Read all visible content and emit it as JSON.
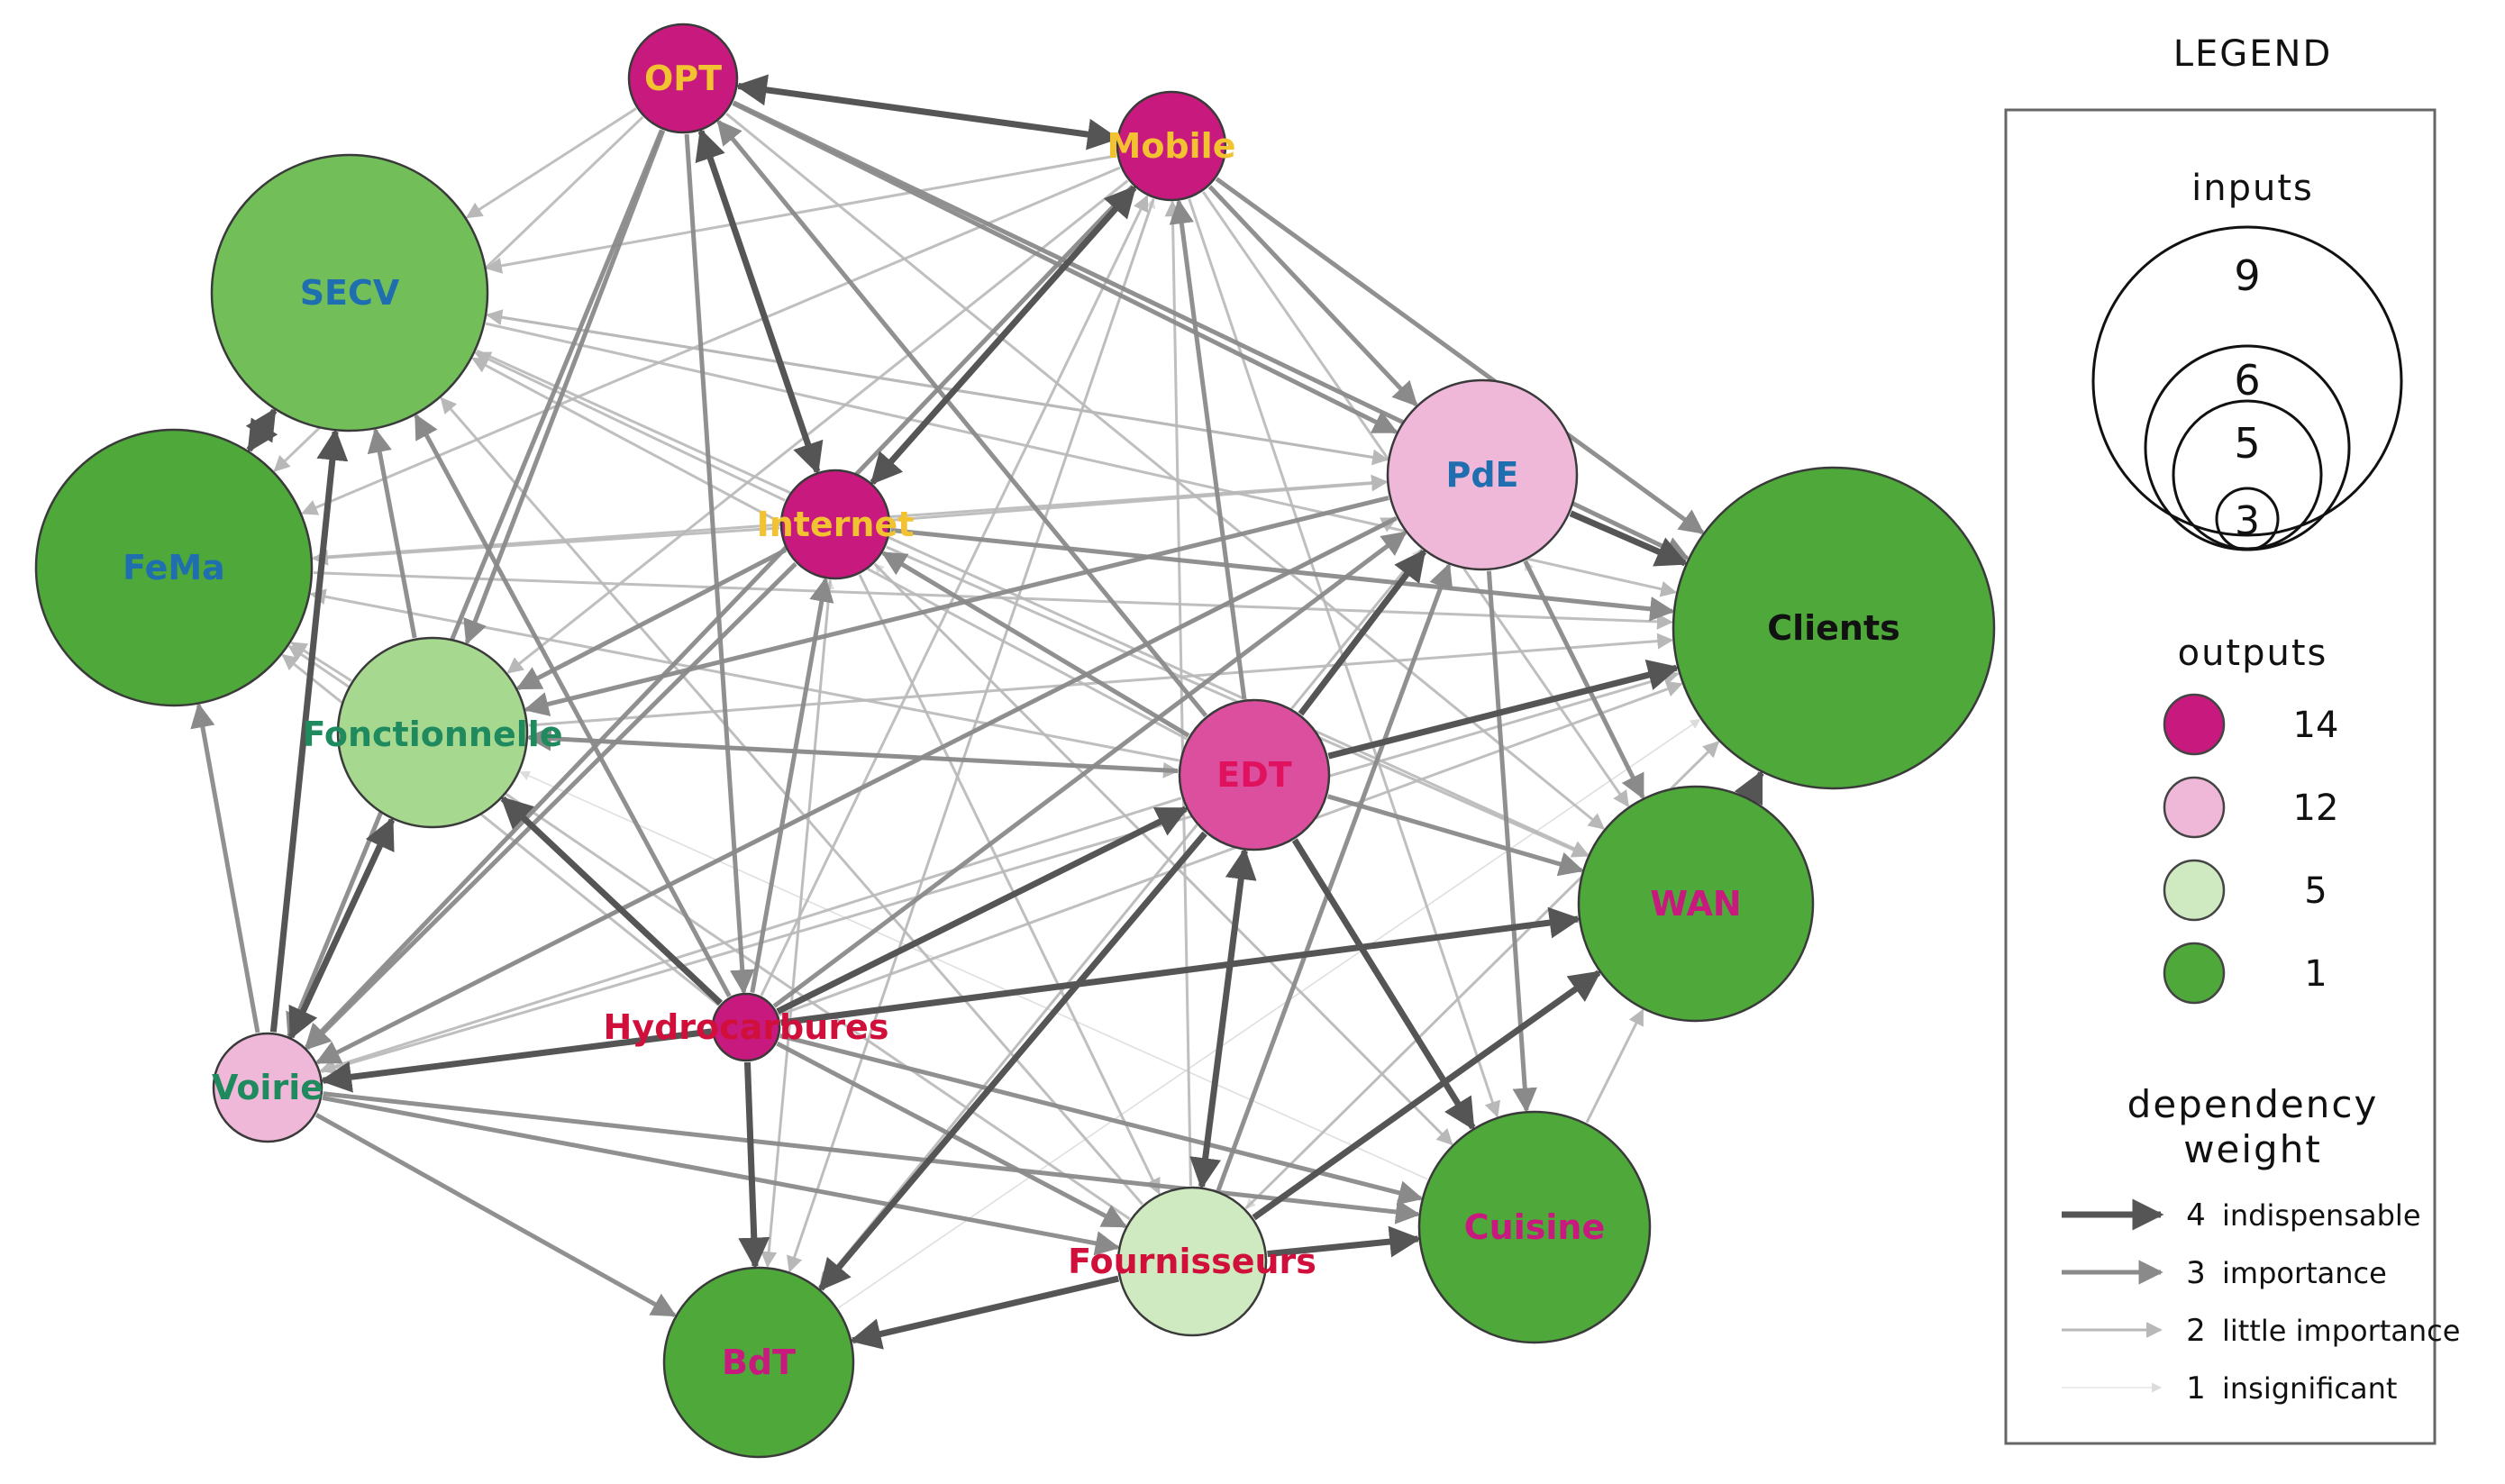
{
  "graph": {
    "nodes": [
      {
        "id": "OPT",
        "label": "OPT",
        "outputs_class": "14",
        "inputs_class": "3",
        "fill": "#c8197f",
        "label_color": "#f2c230"
      },
      {
        "id": "Mobile",
        "label": "Mobile",
        "outputs_class": "14",
        "inputs_class": "3",
        "fill": "#c8197f",
        "label_color": "#f2c230"
      },
      {
        "id": "SECV",
        "label": "SECV",
        "outputs_class": "5",
        "inputs_class": "9",
        "fill": "#72bf5a",
        "label_color": "#1f6fb0"
      },
      {
        "id": "FeMa",
        "label": "FeMa",
        "outputs_class": "1",
        "inputs_class": "9",
        "fill": "#4ea83a",
        "label_color": "#1f6fb0"
      },
      {
        "id": "Internet",
        "label": "Internet",
        "outputs_class": "14",
        "inputs_class": "3",
        "fill": "#c8197f",
        "label_color": "#f2c230"
      },
      {
        "id": "PdE",
        "label": "PdE",
        "outputs_class": "12",
        "inputs_class": "6",
        "fill": "#f0b8d8",
        "label_color": "#1f6fb0"
      },
      {
        "id": "Clients",
        "label": "Clients",
        "outputs_class": "1",
        "inputs_class": "9",
        "fill": "#4ea83a",
        "label_color": "#111111"
      },
      {
        "id": "Fonctionnelle",
        "label": "Fonctionnelle",
        "outputs_class": "5",
        "inputs_class": "6",
        "fill": "#a6d890",
        "label_color": "#1e8a5e"
      },
      {
        "id": "EDT",
        "label": "EDT",
        "outputs_class": "14",
        "inputs_class": "5",
        "fill": "#dc4f9f",
        "label_color": "#e0115f"
      },
      {
        "id": "WAN",
        "label": "WAN",
        "outputs_class": "1",
        "inputs_class": "6",
        "fill": "#4ea83a",
        "label_color": "#c8197f"
      },
      {
        "id": "Hydrocarbures",
        "label": "Hydrocarbures",
        "outputs_class": "14",
        "inputs_class": "3",
        "fill": "#c8197f",
        "label_color": "#d0103a"
      },
      {
        "id": "Voirie",
        "label": "Voirie",
        "outputs_class": "12",
        "inputs_class": "3",
        "fill": "#f0b8d8",
        "label_color": "#1e8a5e"
      },
      {
        "id": "Cuisine",
        "label": "Cuisine",
        "outputs_class": "1",
        "inputs_class": "6",
        "fill": "#4ea83a",
        "label_color": "#c8197f"
      },
      {
        "id": "Fournisseurs",
        "label": "Fournisseurs",
        "outputs_class": "5",
        "inputs_class": "5",
        "fill": "#cfe9c0",
        "label_color": "#d0103a"
      },
      {
        "id": "BdT",
        "label": "BdT",
        "outputs_class": "1",
        "inputs_class": "6",
        "fill": "#4ea83a",
        "label_color": "#c8197f"
      }
    ],
    "edges": [
      {
        "source": "OPT",
        "target": "Mobile",
        "weight": 4,
        "bidirectional": true
      },
      {
        "source": "OPT",
        "target": "Internet",
        "weight": 4,
        "bidirectional": true
      },
      {
        "source": "Mobile",
        "target": "Internet",
        "weight": 4,
        "bidirectional": true
      },
      {
        "source": "SECV",
        "target": "FeMa",
        "weight": 4,
        "bidirectional": true
      },
      {
        "source": "Voirie",
        "target": "SECV",
        "weight": 4,
        "bidirectional": false
      },
      {
        "source": "Voirie",
        "target": "Fonctionnelle",
        "weight": 4,
        "bidirectional": true
      },
      {
        "source": "EDT",
        "target": "PdE",
        "weight": 4,
        "bidirectional": false
      },
      {
        "source": "EDT",
        "target": "Clients",
        "weight": 4,
        "bidirectional": false
      },
      {
        "source": "EDT",
        "target": "Cuisine",
        "weight": 4,
        "bidirectional": false
      },
      {
        "source": "EDT",
        "target": "BdT",
        "weight": 4,
        "bidirectional": false
      },
      {
        "source": "EDT",
        "target": "Fournisseurs",
        "weight": 4,
        "bidirectional": true
      },
      {
        "source": "Hydrocarbures",
        "target": "Voirie",
        "weight": 4,
        "bidirectional": false
      },
      {
        "source": "Hydrocarbures",
        "target": "EDT",
        "weight": 4,
        "bidirectional": false
      },
      {
        "source": "Hydrocarbures",
        "target": "BdT",
        "weight": 4,
        "bidirectional": false
      },
      {
        "source": "Hydrocarbures",
        "target": "WAN",
        "weight": 4,
        "bidirectional": false
      },
      {
        "source": "Hydrocarbures",
        "target": "Fonctionnelle",
        "weight": 4,
        "bidirectional": false
      },
      {
        "source": "Fournisseurs",
        "target": "BdT",
        "weight": 4,
        "bidirectional": false
      },
      {
        "source": "Fournisseurs",
        "target": "Cuisine",
        "weight": 4,
        "bidirectional": false
      },
      {
        "source": "Fournisseurs",
        "target": "WAN",
        "weight": 4,
        "bidirectional": false
      },
      {
        "source": "PdE",
        "target": "Clients",
        "weight": 4,
        "bidirectional": false
      },
      {
        "source": "WAN",
        "target": "Clients",
        "weight": 4,
        "bidirectional": false
      },
      {
        "source": "EDT",
        "target": "Mobile",
        "weight": 3,
        "bidirectional": false
      },
      {
        "source": "EDT",
        "target": "Internet",
        "weight": 3,
        "bidirectional": false
      },
      {
        "source": "EDT",
        "target": "OPT",
        "weight": 3,
        "bidirectional": false
      },
      {
        "source": "Hydrocarbures",
        "target": "SECV",
        "weight": 3,
        "bidirectional": false
      },
      {
        "source": "Hydrocarbures",
        "target": "Cuisine",
        "weight": 3,
        "bidirectional": false
      },
      {
        "source": "Hydrocarbures",
        "target": "Fournisseurs",
        "weight": 3,
        "bidirectional": false
      },
      {
        "source": "OPT",
        "target": "Fonctionnelle",
        "weight": 3,
        "bidirectional": false
      },
      {
        "source": "OPT",
        "target": "Voirie",
        "weight": 3,
        "bidirectional": false
      },
      {
        "source": "OPT",
        "target": "PdE",
        "weight": 3,
        "bidirectional": false
      },
      {
        "source": "OPT",
        "target": "Clients",
        "weight": 3,
        "bidirectional": false
      },
      {
        "source": "OPT",
        "target": "Hydrocarbures",
        "weight": 3,
        "bidirectional": false
      },
      {
        "source": "Mobile",
        "target": "Clients",
        "weight": 3,
        "bidirectional": false
      },
      {
        "source": "Mobile",
        "target": "PdE",
        "weight": 3,
        "bidirectional": false
      },
      {
        "source": "Mobile",
        "target": "Voirie",
        "weight": 3,
        "bidirectional": false
      },
      {
        "source": "Internet",
        "target": "Fonctionnelle",
        "weight": 3,
        "bidirectional": false
      },
      {
        "source": "Internet",
        "target": "Clients",
        "weight": 3,
        "bidirectional": false
      },
      {
        "source": "Internet",
        "target": "Voirie",
        "weight": 3,
        "bidirectional": false
      },
      {
        "source": "PdE",
        "target": "Fonctionnelle",
        "weight": 3,
        "bidirectional": false
      },
      {
        "source": "PdE",
        "target": "Voirie",
        "weight": 3,
        "bidirectional": false
      },
      {
        "source": "PdE",
        "target": "Cuisine",
        "weight": 3,
        "bidirectional": false
      },
      {
        "source": "PdE",
        "target": "WAN",
        "weight": 3,
        "bidirectional": false
      },
      {
        "source": "EDT",
        "target": "WAN",
        "weight": 3,
        "bidirectional": false
      },
      {
        "source": "EDT",
        "target": "Fonctionnelle",
        "weight": 3,
        "bidirectional": false
      },
      {
        "source": "Voirie",
        "target": "BdT",
        "weight": 3,
        "bidirectional": false
      },
      {
        "source": "Voirie",
        "target": "Cuisine",
        "weight": 3,
        "bidirectional": false
      },
      {
        "source": "Voirie",
        "target": "Fournisseurs",
        "weight": 3,
        "bidirectional": false
      },
      {
        "source": "Voirie",
        "target": "FeMa",
        "weight": 3,
        "bidirectional": false
      },
      {
        "source": "Fournisseurs",
        "target": "PdE",
        "weight": 3,
        "bidirectional": false
      },
      {
        "source": "Fonctionnelle",
        "target": "SECV",
        "weight": 3,
        "bidirectional": false
      },
      {
        "source": "Hydrocarbures",
        "target": "Internet",
        "weight": 3,
        "bidirectional": false
      },
      {
        "source": "Hydrocarbures",
        "target": "PdE",
        "weight": 3,
        "bidirectional": false
      },
      {
        "source": "OPT",
        "target": "SECV",
        "weight": 2,
        "bidirectional": false
      },
      {
        "source": "OPT",
        "target": "FeMa",
        "weight": 2,
        "bidirectional": false
      },
      {
        "source": "OPT",
        "target": "WAN",
        "weight": 2,
        "bidirectional": false
      },
      {
        "source": "Mobile",
        "target": "SECV",
        "weight": 2,
        "bidirectional": false
      },
      {
        "source": "Mobile",
        "target": "FeMa",
        "weight": 2,
        "bidirectional": false
      },
      {
        "source": "Mobile",
        "target": "WAN",
        "weight": 2,
        "bidirectional": false
      },
      {
        "source": "Mobile",
        "target": "BdT",
        "weight": 2,
        "bidirectional": false
      },
      {
        "source": "Mobile",
        "target": "Cuisine",
        "weight": 2,
        "bidirectional": false
      },
      {
        "source": "Mobile",
        "target": "Fonctionnelle",
        "weight": 2,
        "bidirectional": false
      },
      {
        "source": "Internet",
        "target": "SECV",
        "weight": 2,
        "bidirectional": false
      },
      {
        "source": "Internet",
        "target": "FeMa",
        "weight": 2,
        "bidirectional": false
      },
      {
        "source": "Internet",
        "target": "WAN",
        "weight": 2,
        "bidirectional": false
      },
      {
        "source": "Internet",
        "target": "BdT",
        "weight": 2,
        "bidirectional": false
      },
      {
        "source": "Internet",
        "target": "Cuisine",
        "weight": 2,
        "bidirectional": false
      },
      {
        "source": "Internet",
        "target": "PdE",
        "weight": 2,
        "bidirectional": false
      },
      {
        "source": "Internet",
        "target": "Fournisseurs",
        "weight": 2,
        "bidirectional": false
      },
      {
        "source": "SECV",
        "target": "PdE",
        "weight": 2,
        "bidirectional": false
      },
      {
        "source": "SECV",
        "target": "Clients",
        "weight": 2,
        "bidirectional": false
      },
      {
        "source": "SECV",
        "target": "WAN",
        "weight": 2,
        "bidirectional": false
      },
      {
        "source": "FeMa",
        "target": "Clients",
        "weight": 2,
        "bidirectional": false
      },
      {
        "source": "FeMa",
        "target": "PdE",
        "weight": 2,
        "bidirectional": false
      },
      {
        "source": "Fonctionnelle",
        "target": "Clients",
        "weight": 2,
        "bidirectional": false
      },
      {
        "source": "Fonctionnelle",
        "target": "FeMa",
        "weight": 2,
        "bidirectional": false
      },
      {
        "source": "Fonctionnelle",
        "target": "EDT",
        "weight": 2,
        "bidirectional": false
      },
      {
        "source": "PdE",
        "target": "SECV",
        "weight": 2,
        "bidirectional": false
      },
      {
        "source": "PdE",
        "target": "BdT",
        "weight": 2,
        "bidirectional": false
      },
      {
        "source": "Voirie",
        "target": "Clients",
        "weight": 2,
        "bidirectional": false
      },
      {
        "source": "Voirie",
        "target": "PdE",
        "weight": 2,
        "bidirectional": false
      },
      {
        "source": "Voirie",
        "target": "WAN",
        "weight": 2,
        "bidirectional": false
      },
      {
        "source": "Fournisseurs",
        "target": "SECV",
        "weight": 2,
        "bidirectional": false
      },
      {
        "source": "Fournisseurs",
        "target": "FeMa",
        "weight": 2,
        "bidirectional": false
      },
      {
        "source": "Fournisseurs",
        "target": "Mobile",
        "weight": 2,
        "bidirectional": false
      },
      {
        "source": "Fournisseurs",
        "target": "Clients",
        "weight": 2,
        "bidirectional": false
      },
      {
        "source": "Hydrocarbures",
        "target": "FeMa",
        "weight": 2,
        "bidirectional": false
      },
      {
        "source": "Hydrocarbures",
        "target": "Clients",
        "weight": 2,
        "bidirectional": false
      },
      {
        "source": "Hydrocarbures",
        "target": "Mobile",
        "weight": 2,
        "bidirectional": false
      },
      {
        "source": "EDT",
        "target": "SECV",
        "weight": 2,
        "bidirectional": false
      },
      {
        "source": "EDT",
        "target": "FeMa",
        "weight": 2,
        "bidirectional": false
      },
      {
        "source": "EDT",
        "target": "Voirie",
        "weight": 2,
        "bidirectional": false
      },
      {
        "source": "Cuisine",
        "target": "WAN",
        "weight": 2,
        "bidirectional": false
      },
      {
        "source": "BdT",
        "target": "PdE",
        "weight": 1,
        "bidirectional": false
      },
      {
        "source": "BdT",
        "target": "Mobile",
        "weight": 1,
        "bidirectional": false
      },
      {
        "source": "BdT",
        "target": "Clients",
        "weight": 1,
        "bidirectional": false
      },
      {
        "source": "Cuisine",
        "target": "Clients",
        "weight": 1,
        "bidirectional": false
      },
      {
        "source": "Cuisine",
        "target": "Internet",
        "weight": 1,
        "bidirectional": false
      },
      {
        "source": "Cuisine",
        "target": "Fonctionnelle",
        "weight": 1,
        "bidirectional": false
      },
      {
        "source": "WAN",
        "target": "PdE",
        "weight": 1,
        "bidirectional": false
      },
      {
        "source": "Clients",
        "target": "Fournisseurs",
        "weight": 1,
        "bidirectional": false
      },
      {
        "source": "BdT",
        "target": "Internet",
        "weight": 1,
        "bidirectional": false
      }
    ]
  },
  "legend": {
    "title": "LEGEND",
    "inputs": {
      "title": "inputs",
      "sizes": [
        "9",
        "6",
        "5",
        "3"
      ]
    },
    "outputs": {
      "title": "outputs",
      "items": [
        {
          "label": "14",
          "color": "#c8197f"
        },
        {
          "label": "12",
          "color": "#f0b8d8"
        },
        {
          "label": "5",
          "color": "#cfe9c0"
        },
        {
          "label": "1",
          "color": "#4ea83a"
        }
      ]
    },
    "weight": {
      "title_line1": "dependency",
      "title_line2": "weight",
      "items": [
        {
          "value": "4",
          "label": "indispensable",
          "color": "#555555"
        },
        {
          "value": "3",
          "label": "importance",
          "color": "#8a8a8a"
        },
        {
          "value": "2",
          "label": "little importance",
          "color": "#b8b8b8"
        },
        {
          "value": "1",
          "label": "insignificant",
          "color": "#e6e6e6"
        }
      ]
    }
  }
}
